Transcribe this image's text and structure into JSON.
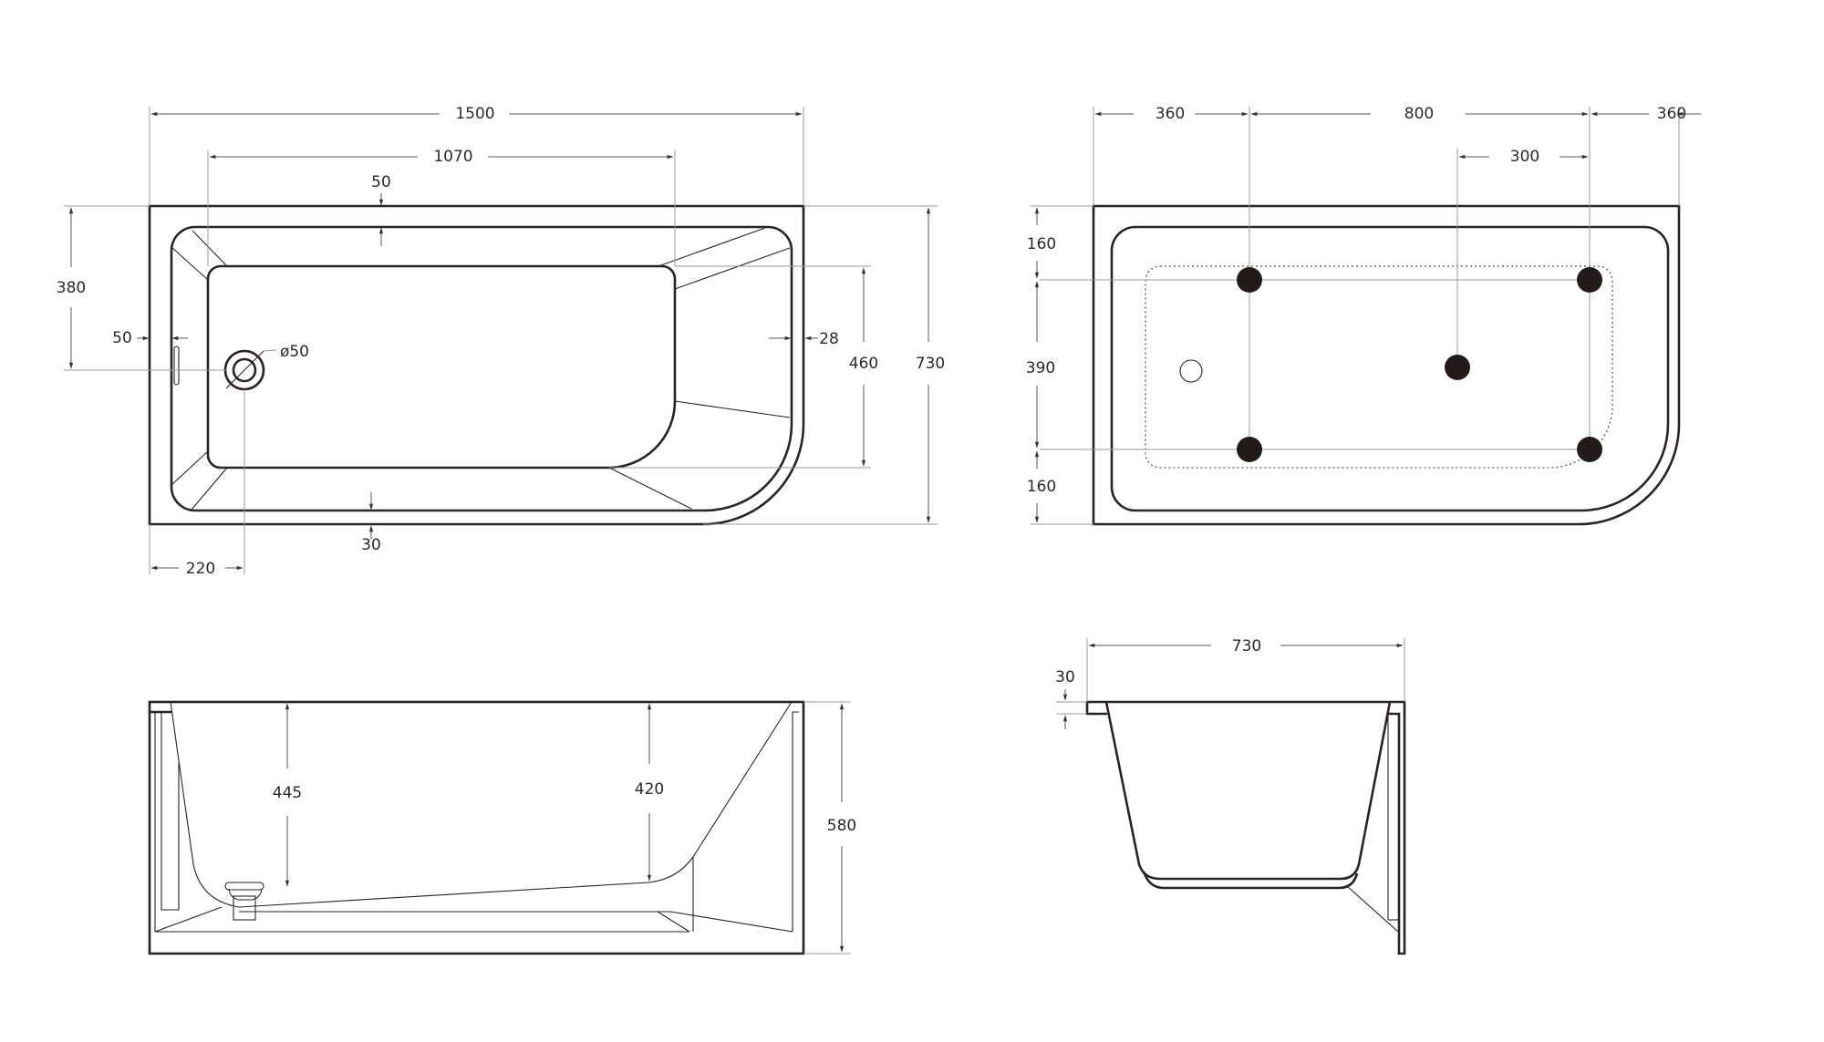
{
  "drawing": {
    "title": "Corner bathtub technical drawing",
    "line_color": "#2b2222",
    "jet_color": "#231a1a"
  },
  "views": {
    "top": {
      "overall_length": "1500",
      "basin_length": "1070",
      "rim_top": "50",
      "rim_left": "50",
      "rim_bottom": "30",
      "rim_right": "28",
      "overflow_offset": "380",
      "drain_diameter": "ø50",
      "drain_offset_x": "220",
      "basin_width": "460",
      "overall_width": "730"
    },
    "bottom": {
      "support_left": "360",
      "support_spacing": "800",
      "support_right": "360",
      "center_offset": "300",
      "edge_top": "160",
      "support_span": "390",
      "edge_bottom": "160"
    },
    "front": {
      "depth_left": "445",
      "depth_right": "420",
      "overall_height": "580"
    },
    "side": {
      "overall_width": "730",
      "rim_thickness": "30"
    }
  }
}
